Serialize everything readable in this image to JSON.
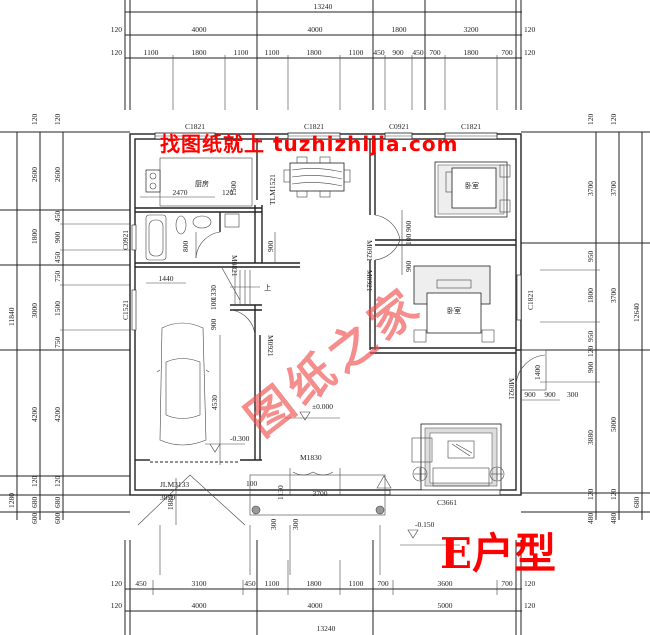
{
  "drawing": {
    "type_label": "E户型",
    "watermark_top": "找图纸就上 tuzhizhijia.com",
    "watermark_diagonal": "图纸之家"
  },
  "top_dims": {
    "total": "13240",
    "row1": [
      "120",
      "4000",
      "4000",
      "1800",
      "3200",
      "120"
    ],
    "row2": [
      "120",
      "1100",
      "1800",
      "1100",
      "1100",
      "1800",
      "1100",
      "450",
      "900",
      "450",
      "700",
      "1800",
      "700",
      "120"
    ]
  },
  "bottom_dims": {
    "total": "13240",
    "row1": [
      "120",
      "4000",
      "4000",
      "5000",
      "120"
    ],
    "row2": [
      "120",
      "450",
      "3100",
      "450",
      "1100",
      "1800",
      "1100",
      "700",
      "3600",
      "700",
      "120"
    ]
  },
  "left_dims": {
    "total": "11840",
    "outer": [
      "120",
      "2600",
      "1800",
      "3000",
      "4200",
      "120",
      "680",
      "600",
      "1280"
    ],
    "inner": [
      "120",
      "2600",
      "450",
      "900",
      "450",
      "750",
      "1500",
      "750",
      "4200",
      "120",
      "680",
      "600"
    ]
  },
  "right_dims": {
    "total": "12640",
    "outer": [
      "120",
      "3700",
      "3700",
      "5000",
      "120",
      "480",
      "680"
    ],
    "inner": [
      "120",
      "3700",
      "950",
      "1800",
      "950",
      "120",
      "900",
      "3880",
      "120",
      "480"
    ]
  },
  "windows_top": [
    "C1821",
    "C1821",
    "C0921",
    "C1821"
  ],
  "windows_other": {
    "left_bath": "C0921",
    "left_garage": "C1521",
    "right_bedroom": "C1821",
    "bottom_living": "C3661"
  },
  "doors": {
    "kitchen_dining": "TLM1521",
    "bath": "M0821",
    "bed1": "M0921",
    "bed2": "M0921",
    "stair": "M0921",
    "living": "M0921",
    "main": "M1830",
    "garage": "JLM3133"
  },
  "rooms": {
    "kitchen": "厨房",
    "bedroom1": "卧室",
    "bedroom2": "卧室"
  },
  "interior_dims": {
    "kitchen_width": "2470",
    "kitchen_gap": "120",
    "kitchen_depth": "1500",
    "bath_door": "800",
    "hall_900": "900",
    "stair_1440": "1440",
    "stair_1330": "1330",
    "stair_100": "100",
    "stair_900": "900",
    "garage_4530": "4530",
    "bed_900a": "900",
    "bed_900b": "900",
    "bed_100": "100",
    "entry_3700": "3700",
    "garage_3870": "3870",
    "garage_1880": "1880",
    "porch_100": "100",
    "porch_1130": "1130",
    "porch_300": "300",
    "porch_300b": "300",
    "side_1400": "1400",
    "side_900a": "900",
    "side_900b": "900",
    "side_300": "300"
  },
  "levels": {
    "main": "±0.000",
    "garage": "-0.300",
    "outside": "-0.150"
  }
}
